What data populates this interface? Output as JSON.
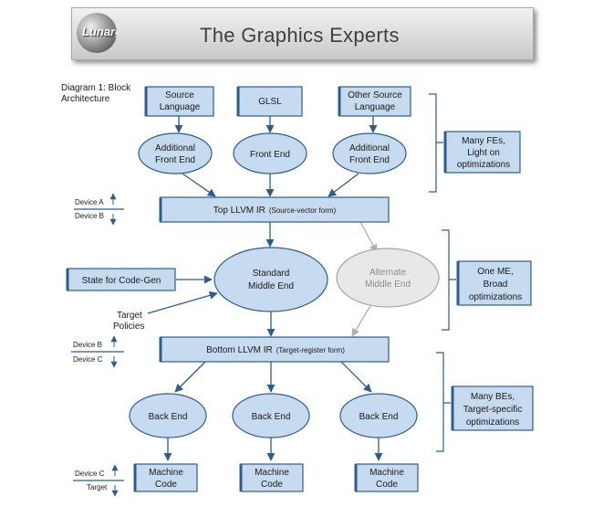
{
  "banner": {
    "title": "The Graphics Experts",
    "logo_text": "Lunarg"
  },
  "caption": {
    "line1": "Diagram 1:  Block",
    "line2": "Architecture"
  },
  "inputs": {
    "source": [
      "Source",
      "Language"
    ],
    "glsl": "GLSL",
    "other": [
      "Other Source",
      "Language"
    ]
  },
  "front_ends": {
    "left": [
      "Additional",
      "Front End"
    ],
    "center": "Front End",
    "right": [
      "Additional",
      "Front End"
    ]
  },
  "top_ir": {
    "main": "Top LLVM IR",
    "detail": "(Source-vector form)"
  },
  "middle": {
    "standard": [
      "Standard",
      "Middle End"
    ],
    "alternate": [
      "Alternate",
      "Middle End"
    ],
    "state": "State for Code-Gen",
    "policies": [
      "Target",
      "Policies"
    ]
  },
  "bottom_ir": {
    "main": "Bottom LLVM IR",
    "detail": "(Target-register form)"
  },
  "back_ends": {
    "left": "Back End",
    "center": "Back End",
    "right": "Back End"
  },
  "outputs": {
    "left": [
      "Machine",
      "Code"
    ],
    "center": [
      "Machine",
      "Code"
    ],
    "right": [
      "Machine",
      "Code"
    ]
  },
  "devices": {
    "a": "Device A",
    "b1": "Device B",
    "b2": "Device B",
    "c1": "Device C",
    "c2": "Device C",
    "target": "Target"
  },
  "notes": {
    "fe": [
      "Many FEs,",
      "Light on",
      "optimizations"
    ],
    "me": [
      "One ME,",
      "Broad",
      "optimizations"
    ],
    "be": [
      "Many BEs,",
      "Target-specific",
      "optimizations"
    ]
  },
  "colors": {
    "node_fill": "#c6dbef",
    "node_stroke": "#2f5d8a",
    "alt_fill": "#e8e8e8",
    "alt_stroke": "#a6a6a6",
    "arrow": "#2f5d8a",
    "alt_arrow": "#b0b0b0"
  }
}
